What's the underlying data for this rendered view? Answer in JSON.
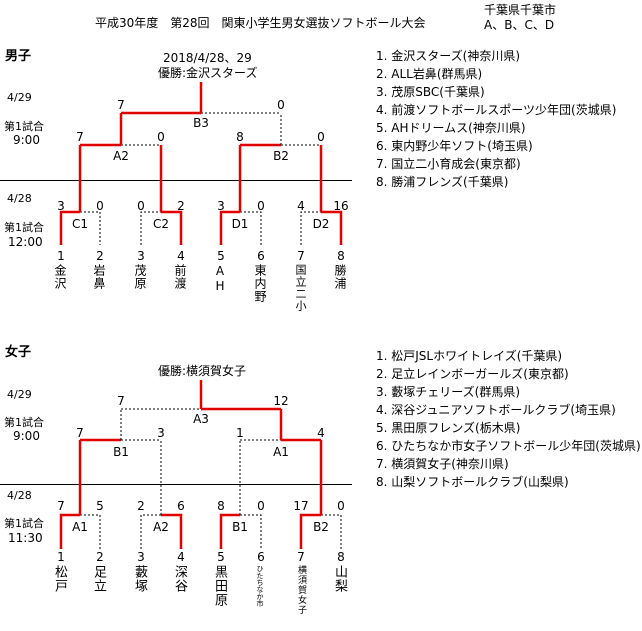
{
  "header": {
    "title": "平成30年度　第28回　関東小学生男女選抜ソフトボール大会",
    "venue_line1": "千葉県千葉市",
    "venue_line2": "A、B、C、D"
  },
  "boys": {
    "heading": "男子",
    "date_text": "2018/4/28、29",
    "winner_text": "優勝:金沢スターズ",
    "day2": {
      "date": "4/29",
      "game": "第1試合",
      "time": "9:00"
    },
    "day1": {
      "date": "4/28",
      "game": "第1試合",
      "time": "12:00"
    },
    "teams": [
      {
        "num": "1",
        "name": "金沢"
      },
      {
        "num": "2",
        "name": "岩鼻"
      },
      {
        "num": "3",
        "name": "茂原"
      },
      {
        "num": "4",
        "name": "前渡"
      },
      {
        "num": "5",
        "name": "AH"
      },
      {
        "num": "6",
        "name": "東内野"
      },
      {
        "num": "7",
        "name": "国立二小"
      },
      {
        "num": "8",
        "name": "勝浦"
      }
    ],
    "r1_scores": [
      "3",
      "0",
      "0",
      "2",
      "3",
      "0",
      "4",
      "16"
    ],
    "r1_labels": [
      "C1",
      "C2",
      "D1",
      "D2"
    ],
    "r2_scores": [
      "7",
      "0",
      "8",
      "0"
    ],
    "r2_labels": [
      "A2",
      "B2"
    ],
    "final_scores": [
      "7",
      "0"
    ],
    "final_label": "B3",
    "list": [
      "1. 金沢スターズ(神奈川県)",
      "2. ALL岩鼻(群馬県)",
      "3. 茂原SBC(千葉県)",
      "4. 前渡ソフトボールスポーツ少年団(茨城県)",
      "5. AHドリームス(神奈川県)",
      "6. 東内野少年ソフト(埼玉県)",
      "7. 国立二小育成会(東京都)",
      "8. 勝浦フレンズ(千葉県)"
    ]
  },
  "girls": {
    "heading": "女子",
    "winner_text": "優勝:横須賀女子",
    "day2": {
      "date": "4/29",
      "game": "第1試合",
      "time": "9:00"
    },
    "day1": {
      "date": "4/28",
      "game": "第1試合",
      "time": "11:30"
    },
    "teams": [
      {
        "num": "1",
        "name": "松戸"
      },
      {
        "num": "2",
        "name": "足立"
      },
      {
        "num": "3",
        "name": "藪塚"
      },
      {
        "num": "4",
        "name": "深谷"
      },
      {
        "num": "5",
        "name": "黒田原"
      },
      {
        "num": "6",
        "name": "ひたちなか市"
      },
      {
        "num": "7",
        "name": "横須賀女子"
      },
      {
        "num": "8",
        "name": "山梨"
      }
    ],
    "r1_scores": [
      "7",
      "5",
      "2",
      "6",
      "8",
      "0",
      "17",
      "0"
    ],
    "r1_labels": [
      "A1",
      "A2",
      "B1",
      "B2"
    ],
    "r2_scores": [
      "7",
      "3",
      "1",
      "4"
    ],
    "r2_labels": [
      "B1",
      "A1"
    ],
    "final_scores": [
      "7",
      "12"
    ],
    "final_label": "A3",
    "list": [
      "1. 松戸JSLホワイトレイズ(千葉県)",
      "2. 足立レインボーガールズ(東京都)",
      "3. 藪塚チェリーズ(群馬県)",
      "4. 深谷ジュニアソフトボールクラブ(埼玉県)",
      "5. 黒田原フレンズ(栃木県)",
      "6. ひたちなか市女子ソフトボール少年団(茨城県)",
      "7. 横須賀女子(神奈川県)",
      "8. 山梨ソフトボールクラブ(山梨県)"
    ]
  }
}
